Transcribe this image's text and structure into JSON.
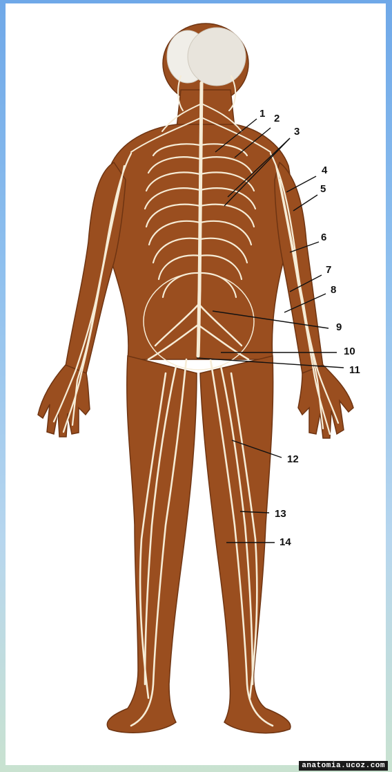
{
  "labels": [
    "1",
    "2",
    "3",
    "4",
    "5",
    "6",
    "7",
    "8",
    "9",
    "10",
    "11",
    "12",
    "13",
    "14"
  ],
  "watermark": "anatomia.ucoz.com",
  "colors": {
    "body": "#9a4e1f",
    "nerve": "#f6ecd6",
    "brain": "#f0eee8",
    "frame": "#6fa8e8"
  }
}
